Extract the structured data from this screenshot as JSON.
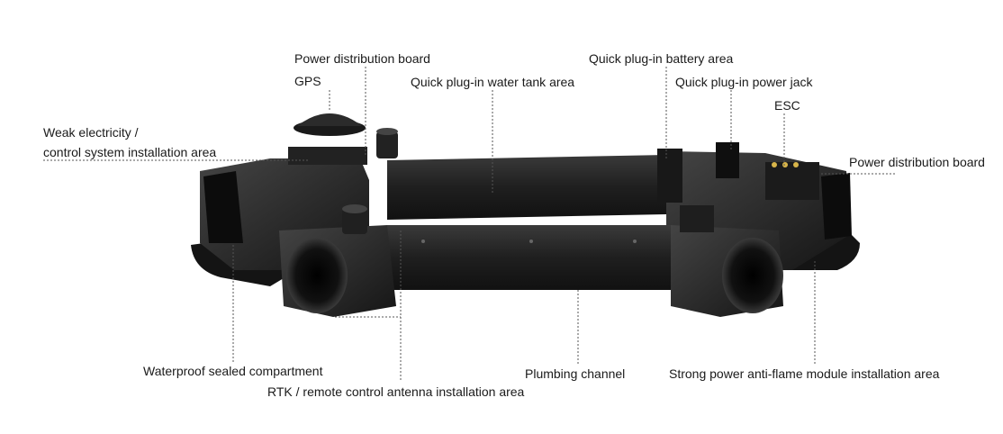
{
  "labels": {
    "power_board_top": "Power distribution board",
    "gps": "GPS",
    "water_tank": "Quick plug-in water tank area",
    "battery_area": "Quick plug-in battery area",
    "power_jack": "Quick plug-in power jack",
    "esc": "ESC",
    "weak_electricity_line1": "Weak electricity /",
    "weak_electricity_line2": "control system installation area",
    "power_board_right": "Power distribution board",
    "waterproof": "Waterproof sealed compartment",
    "plumbing": "Plumbing channel",
    "strong_power": "Strong power anti-flame module installation area",
    "rtk": "RTK / remote control antenna installation area"
  },
  "colors": {
    "frame": "#1c1c1c",
    "frame_dark": "#0d0d0d",
    "frame_light": "#3a3a3a",
    "leader": "#555555",
    "accent_brass": "#d8b54a"
  }
}
